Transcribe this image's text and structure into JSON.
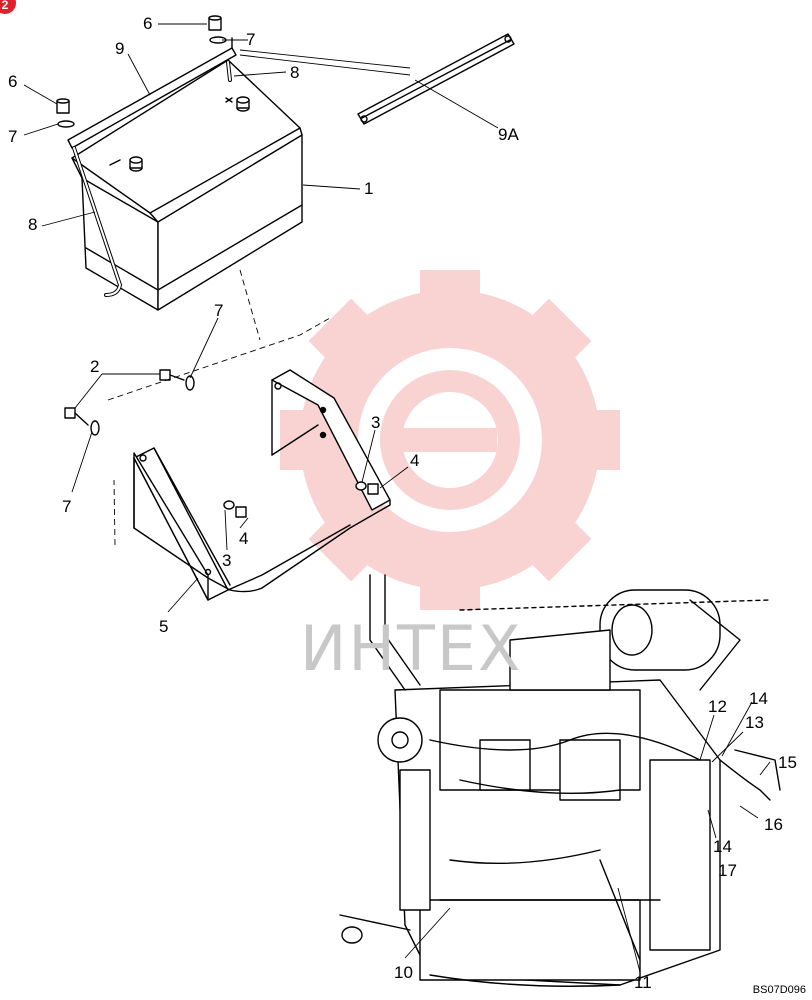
{
  "callouts": [
    {
      "id": "c6a",
      "text": "6"
    },
    {
      "id": "c7a",
      "text": "7"
    },
    {
      "id": "c9",
      "text": "9"
    },
    {
      "id": "c8a",
      "text": "8"
    },
    {
      "id": "c6b",
      "text": "6"
    },
    {
      "id": "c7b",
      "text": "7"
    },
    {
      "id": "c9A",
      "text": "9A"
    },
    {
      "id": "c1",
      "text": "1"
    },
    {
      "id": "c8b",
      "text": "8"
    },
    {
      "id": "c7c",
      "text": "7"
    },
    {
      "id": "c2",
      "text": "2"
    },
    {
      "id": "c7d",
      "text": "7"
    },
    {
      "id": "c3a",
      "text": "3"
    },
    {
      "id": "c4a",
      "text": "4"
    },
    {
      "id": "c3b",
      "text": "3"
    },
    {
      "id": "c4b",
      "text": "4"
    },
    {
      "id": "c5",
      "text": "5"
    },
    {
      "id": "c14a",
      "text": "14"
    },
    {
      "id": "c12",
      "text": "12"
    },
    {
      "id": "c13",
      "text": "13"
    },
    {
      "id": "c15",
      "text": "15"
    },
    {
      "id": "c16",
      "text": "16"
    },
    {
      "id": "c14b",
      "text": "14"
    },
    {
      "id": "c17",
      "text": "17"
    },
    {
      "id": "c10",
      "text": "10"
    },
    {
      "id": "c11",
      "text": "11"
    }
  ],
  "watermark_text": "ИНТЕХ",
  "drawing_code": "BS07D096",
  "badge_text": "2",
  "colors": {
    "line": "#000000",
    "watermark": "#f08080",
    "badge": "#e0202a"
  }
}
